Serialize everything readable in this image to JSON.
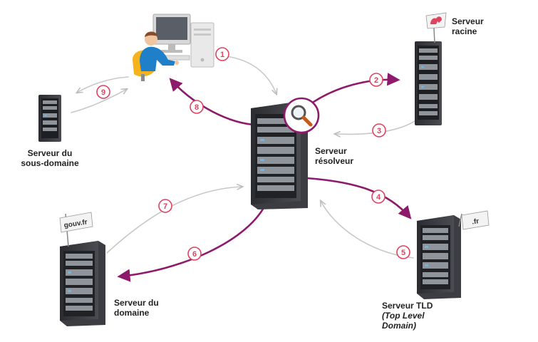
{
  "colors": {
    "primary_arrow": "#8e1a6b",
    "secondary_arrow": "#c8c8c8",
    "step_badge": "#e0435f",
    "server_body": "#3b3d42",
    "user_shirt": "#1f7fc8",
    "chair": "#f6b21a"
  },
  "servers": {
    "racine": {
      "line1": "Serveur",
      "line2": "racine",
      "flag_icon": "flexed-arm-icon"
    },
    "resolveur": {
      "line1": "Serveur",
      "line2": "résolveur",
      "icon": "magnifier-icon"
    },
    "sous_domaine": {
      "line1": "Serveur du",
      "line2": "sous-domaine"
    },
    "domaine": {
      "line1": "Serveur du",
      "line2": "domaine",
      "flag": "gouv.fr"
    },
    "tld": {
      "line1": "Serveur TLD",
      "line2": "(Top Level",
      "line3": "Domain)",
      "flag": ".fr"
    }
  },
  "steps": [
    "1",
    "2",
    "3",
    "4",
    "5",
    "6",
    "7",
    "8",
    "9"
  ]
}
